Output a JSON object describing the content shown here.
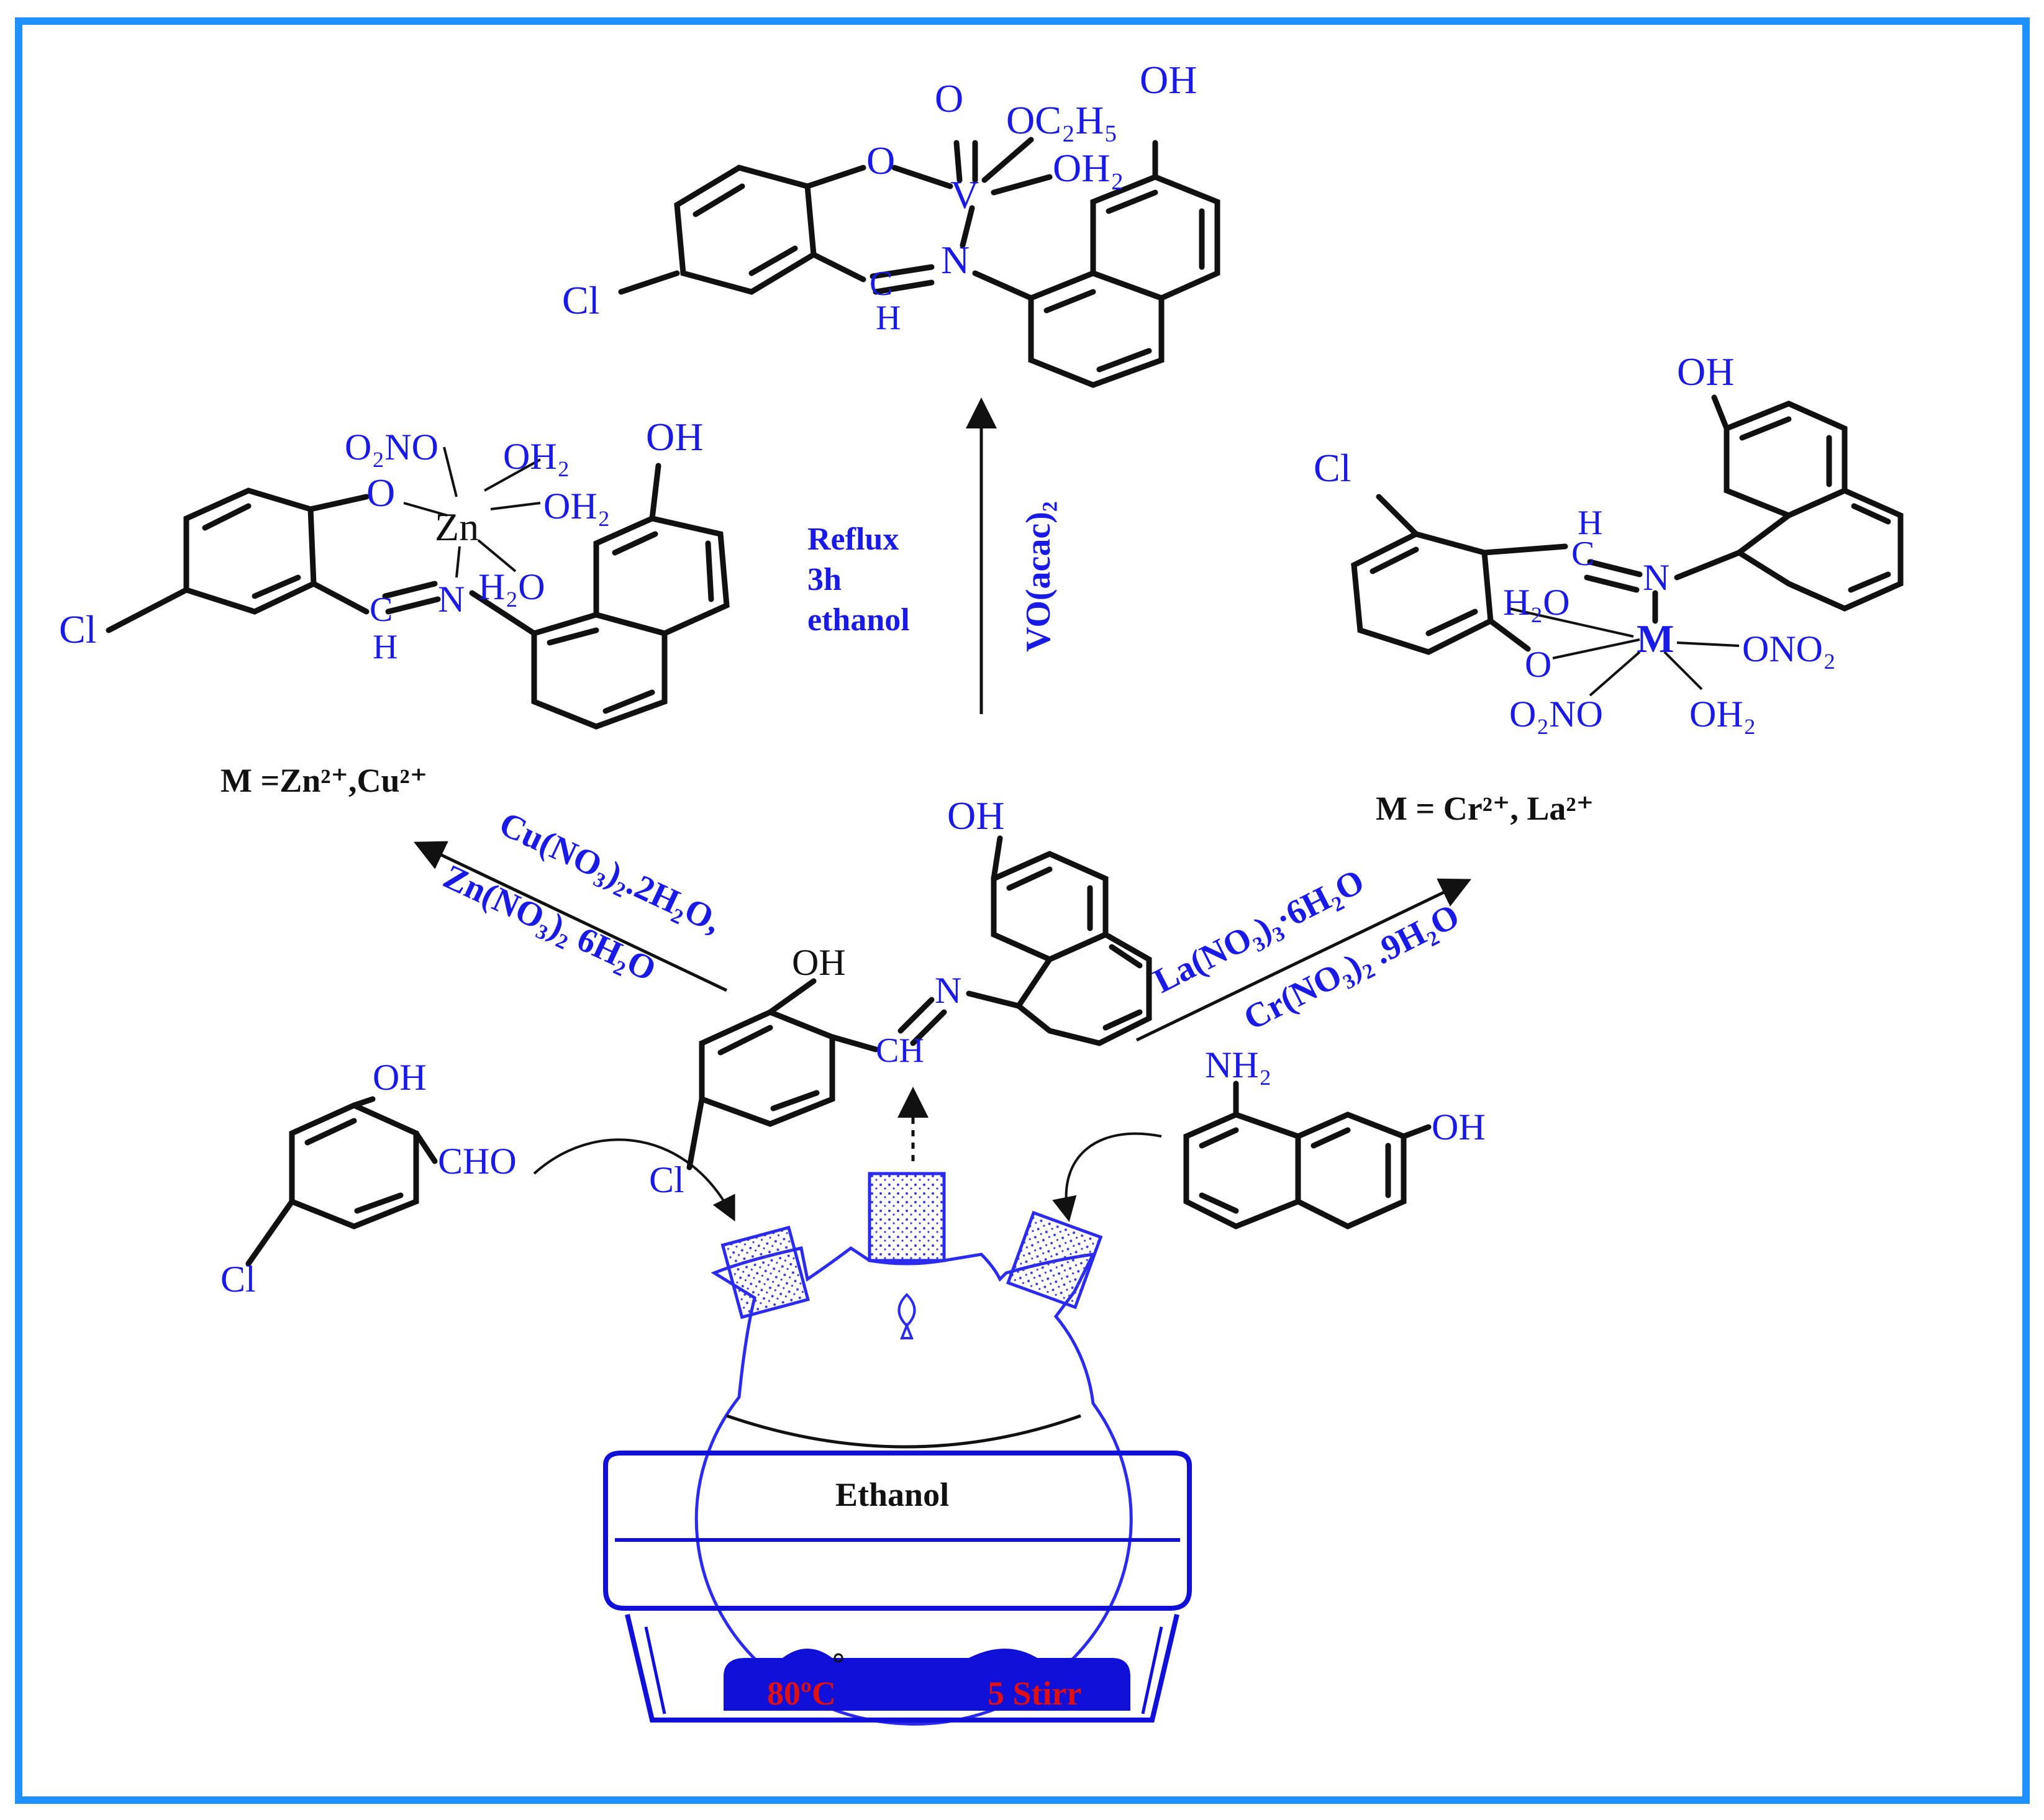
{
  "colors": {
    "border": "#1e90ff",
    "ink": "#1a1ae6",
    "heater": "#1010d8",
    "display": "#e01010"
  },
  "top": {
    "cl": "Cl",
    "o": "O",
    "v": "V",
    "o_oxo": "O",
    "oet": "OC₂H₅",
    "oh2": "OH₂",
    "n": "N",
    "c": "C",
    "h": "H",
    "oh": "OH"
  },
  "left": {
    "cl": "Cl",
    "o": "O",
    "zn": "Zn",
    "o2no": "O₂NO",
    "oh2_a": "OH₂",
    "oh2_b": "OH₂",
    "h2o": "H₂O",
    "n": "N",
    "c": "C",
    "h": "H",
    "oh": "OH",
    "caption": "M =Zn²⁺,Cu²⁺"
  },
  "right": {
    "cl": "Cl",
    "oh": "OH",
    "c": "C",
    "h": "H",
    "n": "N",
    "h2o": "H₂O",
    "m": "M",
    "o": "O",
    "ono2": "ONO₂",
    "o2no": "O₂NO",
    "oh2": "OH₂",
    "caption": "M = Cr²⁺, La²⁺"
  },
  "arrows": {
    "up_reagent": "VO(acac)₂",
    "up_cond1": "Reflux",
    "up_cond2": "3h",
    "up_cond3": "ethanol",
    "left_r1": "Cu(NO₃)₂.2H₂O,",
    "left_r2": "Zn(NO₃)₂ 6H₂O",
    "right_r1": "La(NO₃)₃·6H₂O",
    "right_r2": "Cr(NO₃)₂ .9H₂O"
  },
  "ligand": {
    "oh_top": "OH",
    "n": "N",
    "oh": "OH",
    "ch": "CH",
    "cl": "Cl"
  },
  "aldehyde": {
    "oh": "OH",
    "cho": "CHO",
    "cl": "Cl"
  },
  "amine": {
    "nh2": "NH₂",
    "oh": "OH"
  },
  "apparatus": {
    "solvent": "Ethanol",
    "temp": "80ºC",
    "stir": "5 Stirr"
  }
}
